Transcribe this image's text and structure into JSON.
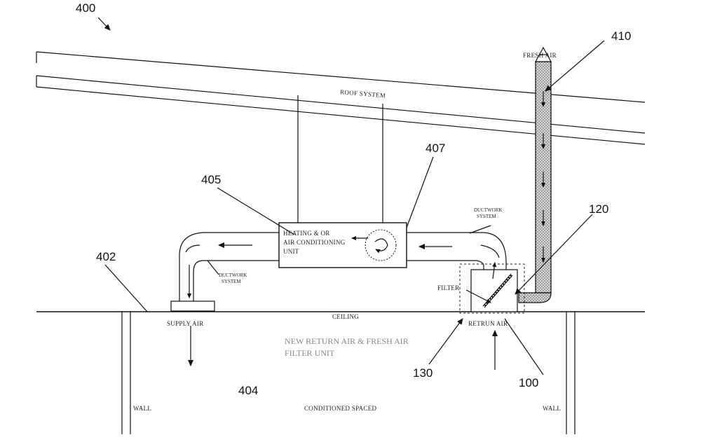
{
  "labels": {
    "roof_system": "ROOF SYSTEM",
    "fresh_air": "FRESH AIR",
    "unit_line1": "HEATING & OR",
    "unit_line2": "AIR CONDITIONING",
    "unit_line3": "UNIT",
    "ductwork_right_line1": "DUCTWORK",
    "ductwork_right_line2": "SYSTEM",
    "ductwork_left_line1": "DUCTWORK",
    "ductwork_left_line2": "SYSTEM",
    "filter": "FILTER",
    "ceiling": "CEILING",
    "supply_air": "SUPPLY AIR",
    "return_air": "RETRUN AIR",
    "new_unit_line1": "NEW RETURN AIR & FRESH AIR",
    "new_unit_line2": "FILTER UNIT",
    "wall_left": "WALL",
    "wall_right": "WALL",
    "conditioned_space": "CONDITIONED SPACED"
  },
  "refs": {
    "r400": "400",
    "r410": "410",
    "r407": "407",
    "r405": "405",
    "r120": "120",
    "r402": "402",
    "r404": "404",
    "r130": "130",
    "r100": "100"
  }
}
